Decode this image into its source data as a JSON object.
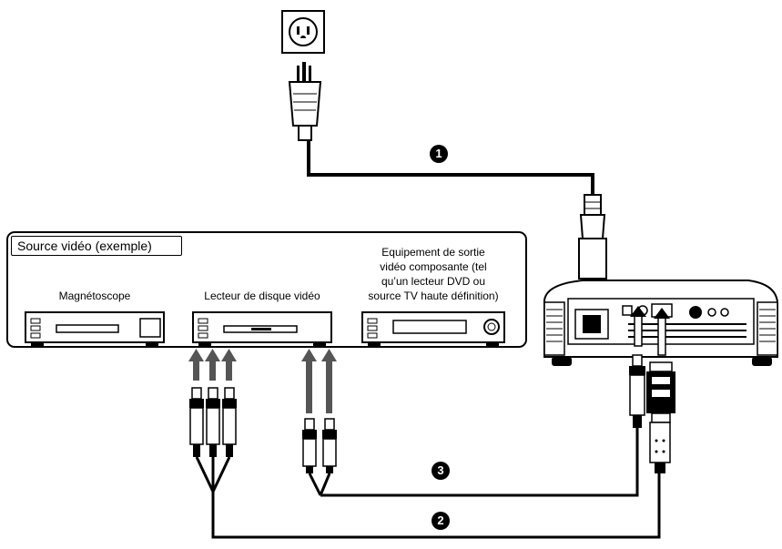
{
  "source_group": {
    "title": "Source vidéo (exemple)"
  },
  "devices": {
    "vcr": "Magnétoscope",
    "disc_player": "Lecteur de disque vidéo",
    "component": [
      "Equipement de sortie",
      "vidéo composante (tel",
      "qu’un lecteur DVD ou",
      "source TV haute définition)"
    ]
  },
  "badges": {
    "power": "1",
    "composite": "2",
    "component": "3"
  },
  "colors": {
    "line": "#000000",
    "arrow": "#555555",
    "background": "#ffffff"
  }
}
